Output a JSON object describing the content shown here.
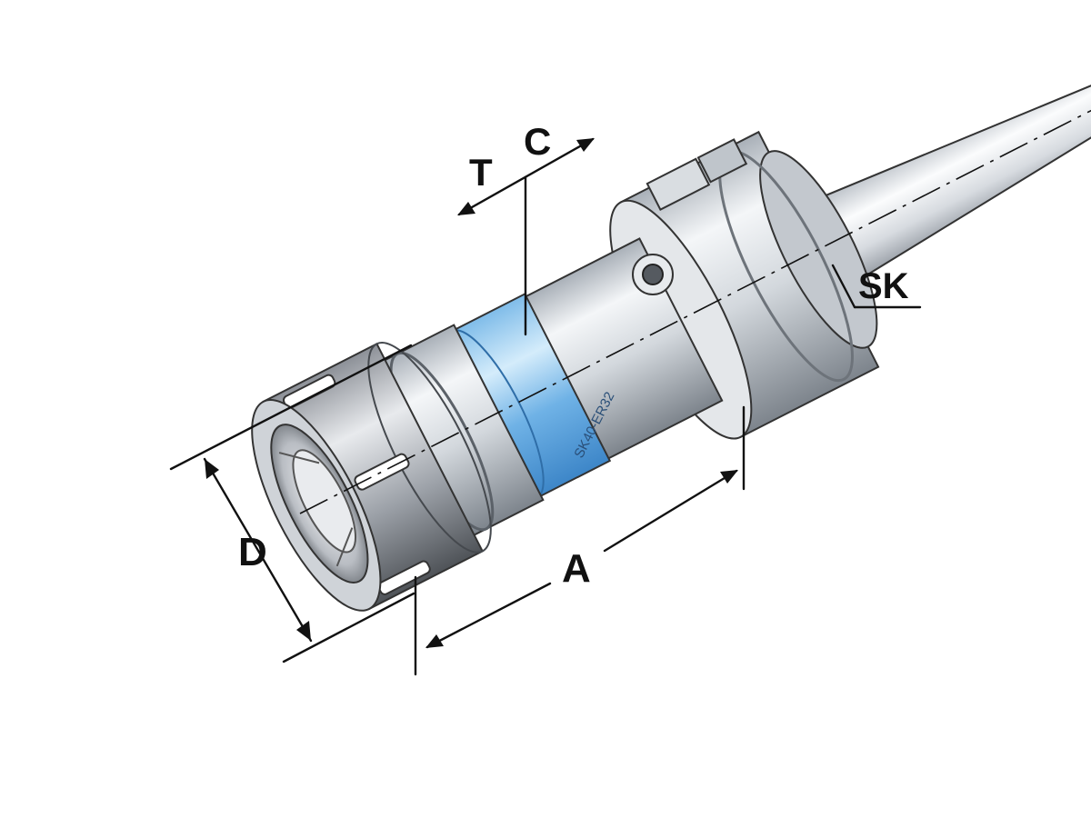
{
  "diagram": {
    "labels": {
      "t": "T",
      "c": "C",
      "sk": "SK",
      "d": "D",
      "a": "A"
    },
    "engraving": "SK40-ER32",
    "colors": {
      "line": "#111111",
      "steel_light": "#f2f4f6",
      "steel_mid": "#c7ccd2",
      "steel_dark": "#7d848c",
      "nut_dark": "#5e6268",
      "band_blue": "#5aa9e6",
      "band_light": "#bfe0f7"
    }
  }
}
